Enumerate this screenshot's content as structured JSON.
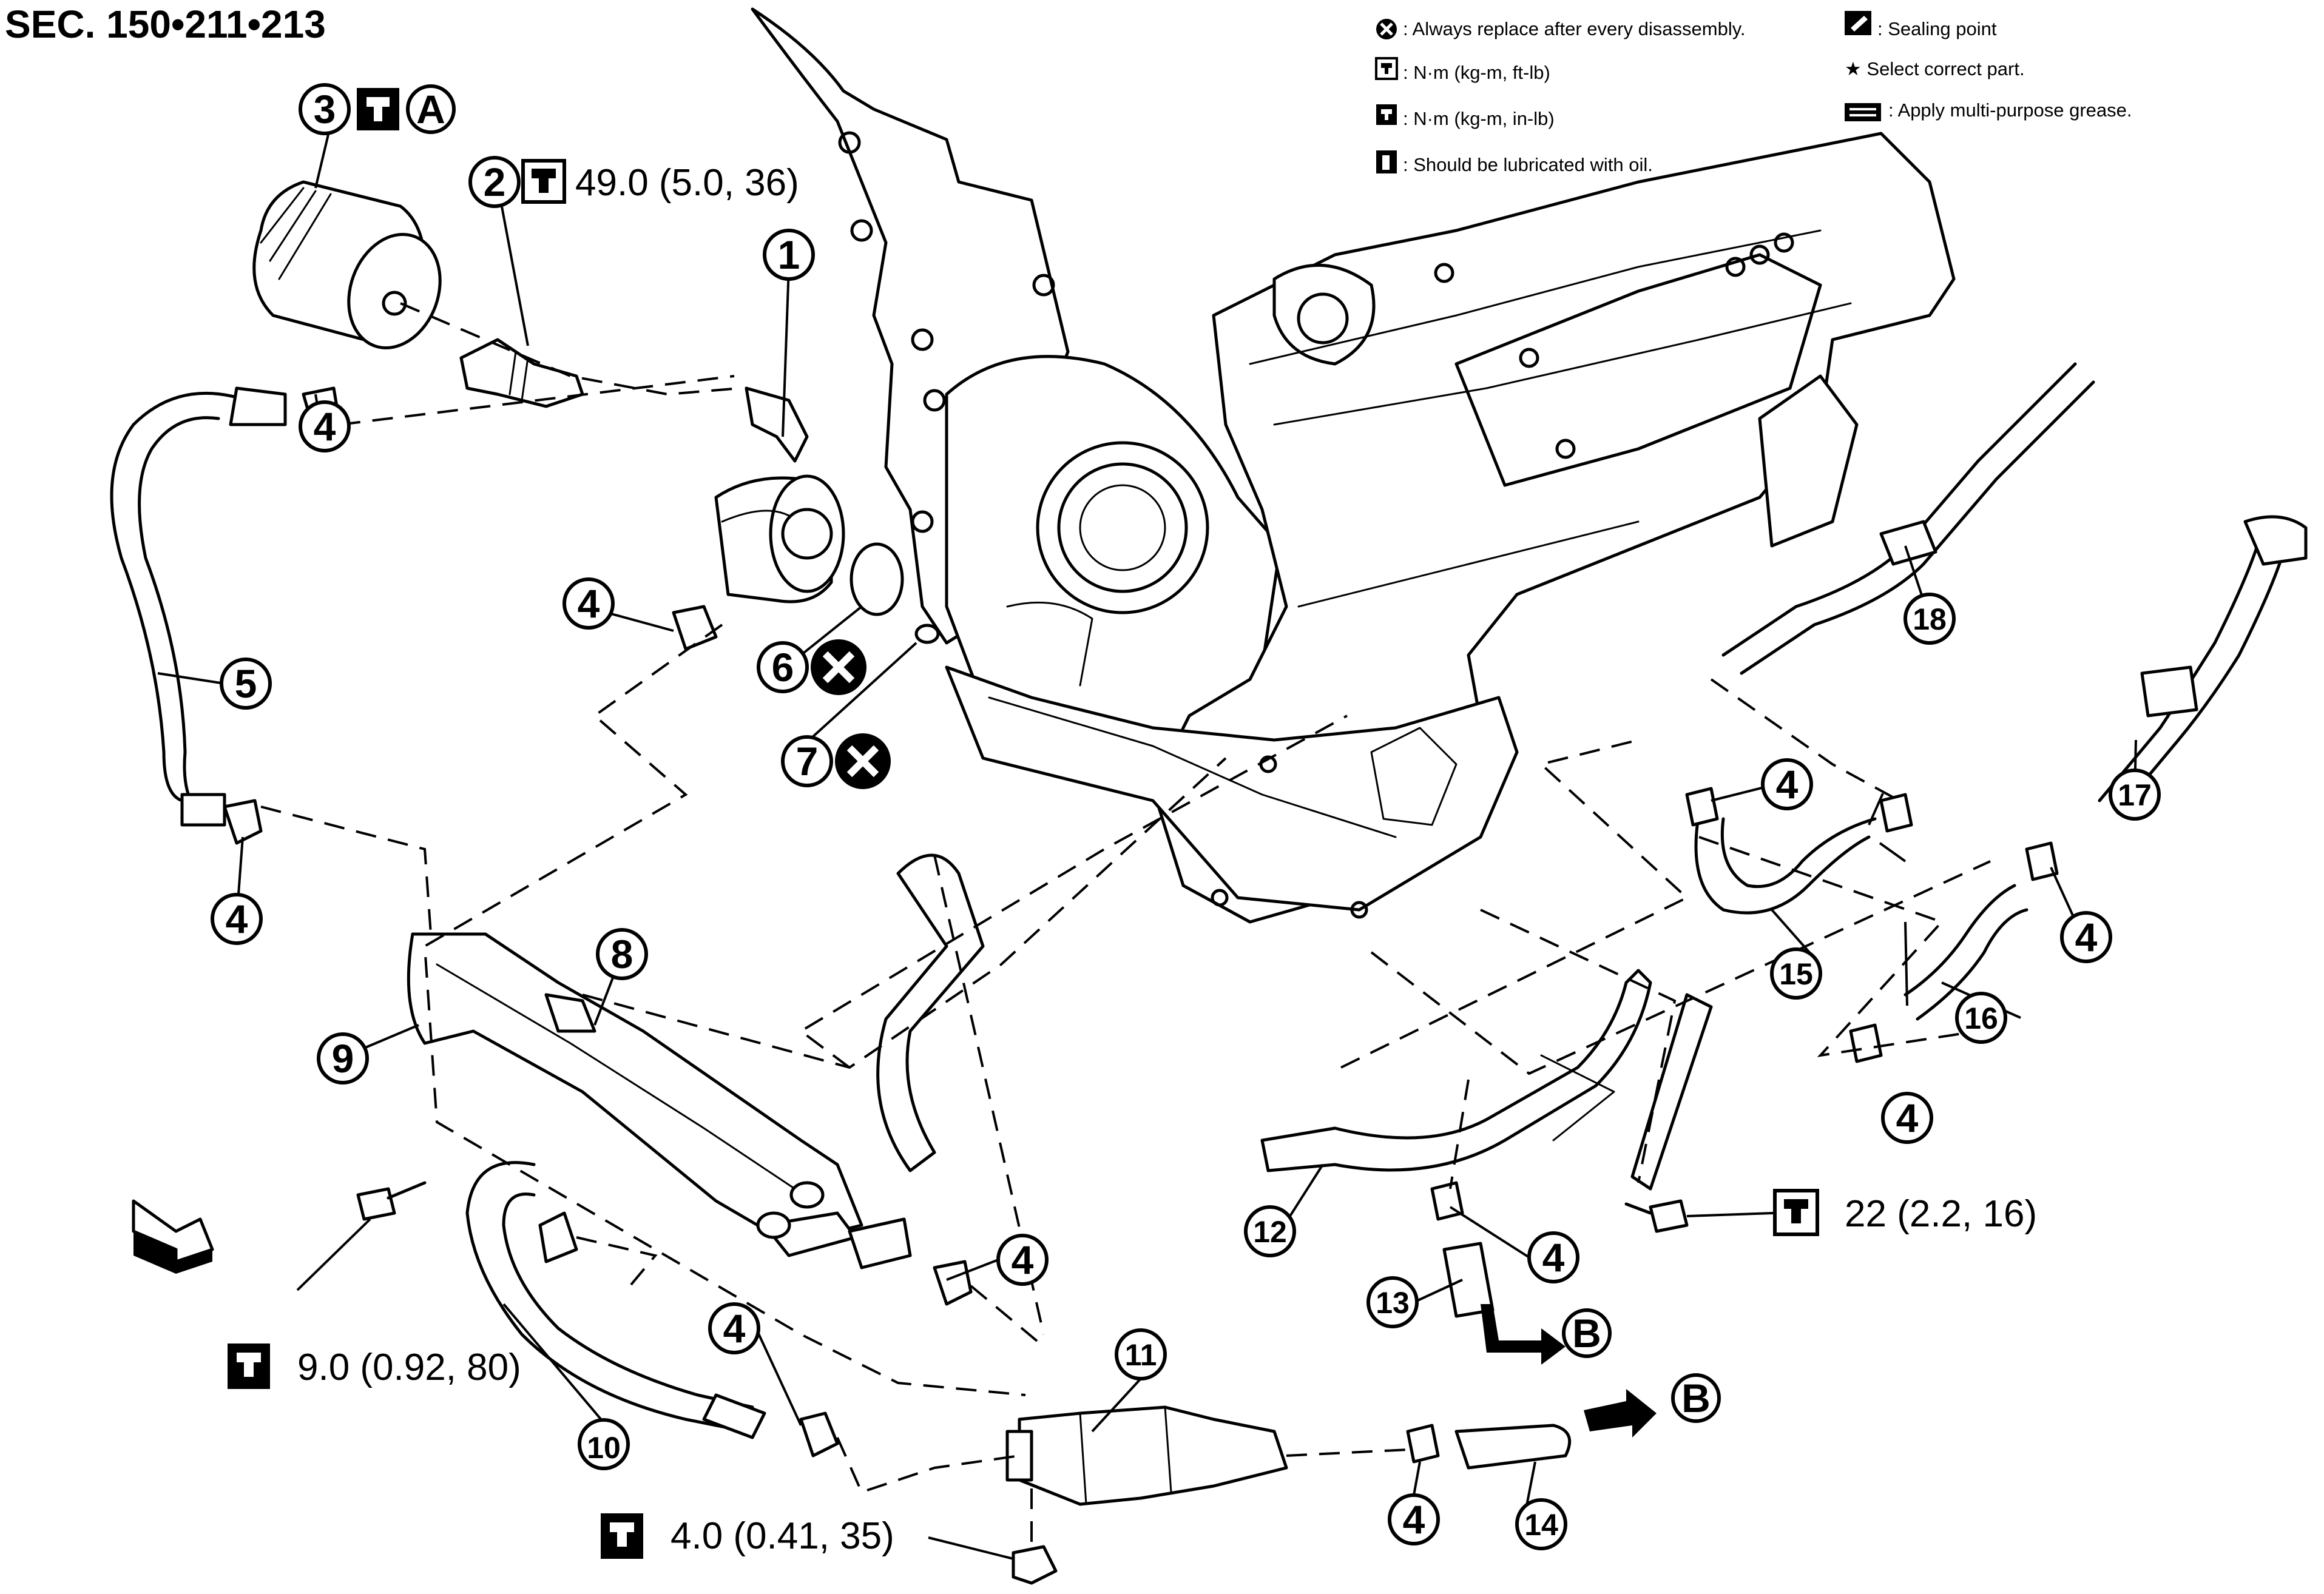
{
  "title": "SEC. 150•211•213",
  "legend": [
    {
      "icon": "x-circle-icon",
      "text": ": Always replace after every disassembly."
    },
    {
      "icon": "torque-wrench-icon",
      "text": ": N·m (kg-m, ft-lb)"
    },
    {
      "icon": "torque-wrench-inlb-icon",
      "text": ": N·m (kg-m, in-lb)"
    },
    {
      "icon": "oil-can-icon",
      "text": ": Should be lubricated with oil."
    },
    {
      "icon": "sealing-point-icon",
      "text": ": Sealing point"
    },
    {
      "icon": "star-icon",
      "text": "★ Select correct part."
    },
    {
      "icon": "grease-icon",
      "text": ": Apply multi-purpose grease."
    }
  ],
  "callouts": {
    "c1": "1",
    "c2": "2",
    "c3": "3",
    "c4": "4",
    "c5": "5",
    "c6": "6",
    "c7": "7",
    "c8": "8",
    "c9": "9",
    "c10": "10",
    "c11": "11",
    "c12": "12",
    "c13": "13",
    "c14": "14",
    "c15": "15",
    "c16": "16",
    "c17": "17",
    "c18": "18",
    "refA": "A",
    "refB": "B"
  },
  "torques": {
    "t2": "49.0 (5.0, 36)",
    "t22": "22 (2.2, 16)",
    "t9": "9.0 (0.92, 80)",
    "t4": "4.0 (0.41, 35)"
  }
}
